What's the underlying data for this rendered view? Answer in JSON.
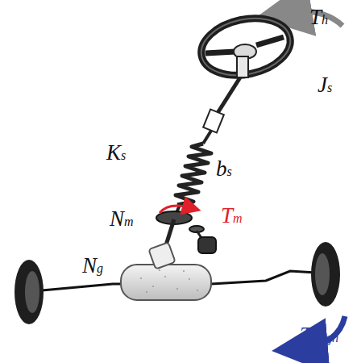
{
  "diagram": {
    "labels": [
      "Th",
      "Js",
      "Ks",
      "bs",
      "Nm",
      "Tm",
      "Ng",
      "Talign"
    ]
  }
}
